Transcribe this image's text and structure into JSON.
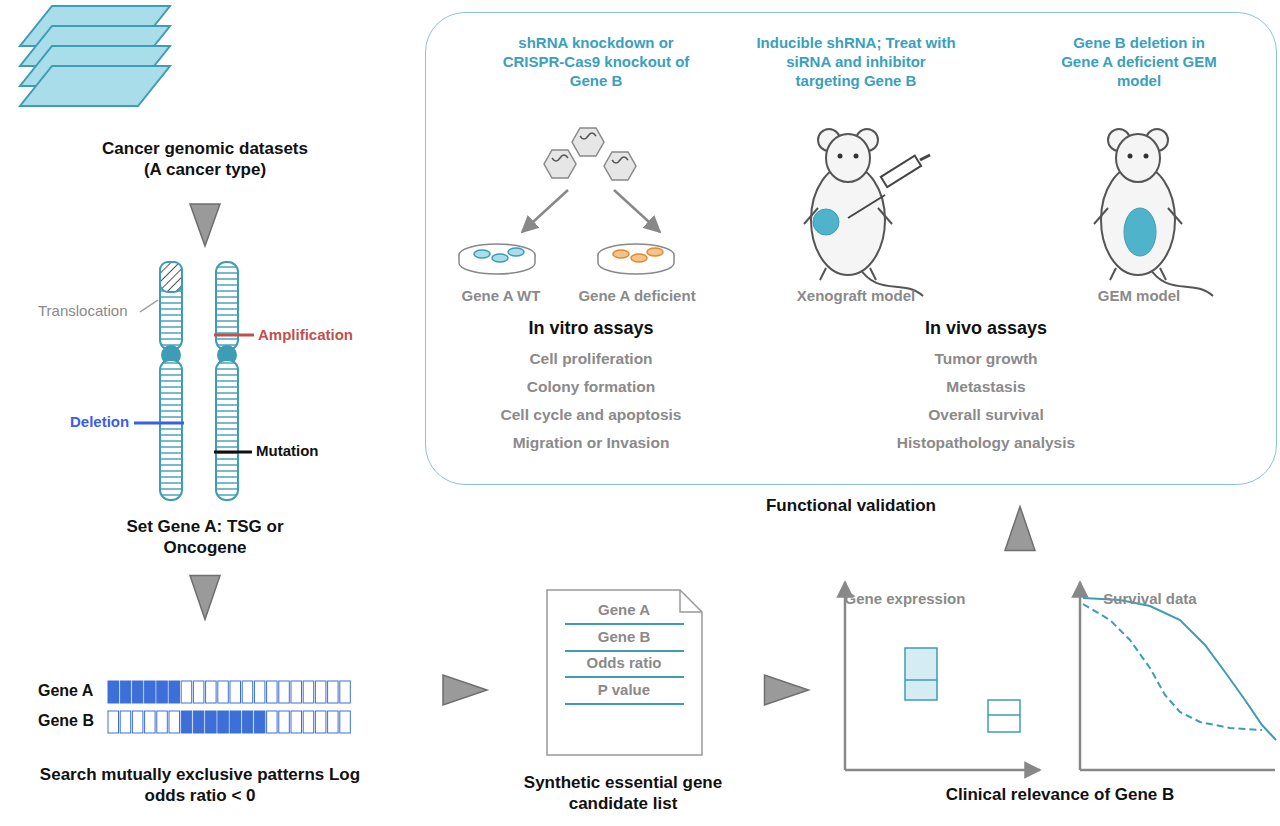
{
  "diagram": {
    "nodes": [
      {
        "text": [
          "Cancer genomic datasets (A cancer type)"
        ]
      },
      {
        "text": [
          "Set Gene A: TSG or Oncogene"
        ]
      },
      {
        "text": [
          "Search mutually exclusive patterns Log odds ratio < 0"
        ]
      },
      {
        "text": [
          "Gene A",
          "Gene B",
          "Odds ratio",
          "P value",
          "Synthetic essential gene candidate list"
        ]
      },
      {
        "text": [
          "Gene expression",
          "Survival data",
          "Clinical relevance of Gene B"
        ]
      },
      {
        "text": [
          "Functional validation",
          "In vivo assays",
          "Tumor growth",
          "Metastasis",
          "Overall survival",
          "Histopathology analysis"
        ]
      },
      {
        "text": [
          "shRNA knockdown or CRISPR-Cas9 knockout of Gene B",
          "Gene A WT",
          "Gene A deficient",
          "In vitro assays",
          "Cell proliferation",
          "Colony formation",
          "Cell cycle and apoptosis",
          "Migration or Invasion"
        ],
        "in": 5
      },
      {
        "text": [
          "Inducible shRNA; Treat with siRNA and inhibitor targeting Gene B",
          "Xenograft model"
        ],
        "in": 5
      },
      {
        "text": [
          "Gene B deletion in Gene A deficient GEM model",
          "GEM model"
        ],
        "in": 5
      }
    ],
    "edges": [
      {
        "from": 0,
        "to": 1,
        "arrow": "to"
      },
      {
        "from": 1,
        "to": 2,
        "arrow": "to"
      },
      {
        "from": 2,
        "to": 3,
        "arrow": "to"
      },
      {
        "from": 3,
        "to": 4,
        "arrow": "to"
      },
      {
        "from": 4,
        "to": 5,
        "arrow": "to"
      }
    ],
    "labels": [
      "Translocation",
      "Amplification",
      "Deletion",
      "Mutation",
      "Gene A",
      "Gene B"
    ]
  }
}
